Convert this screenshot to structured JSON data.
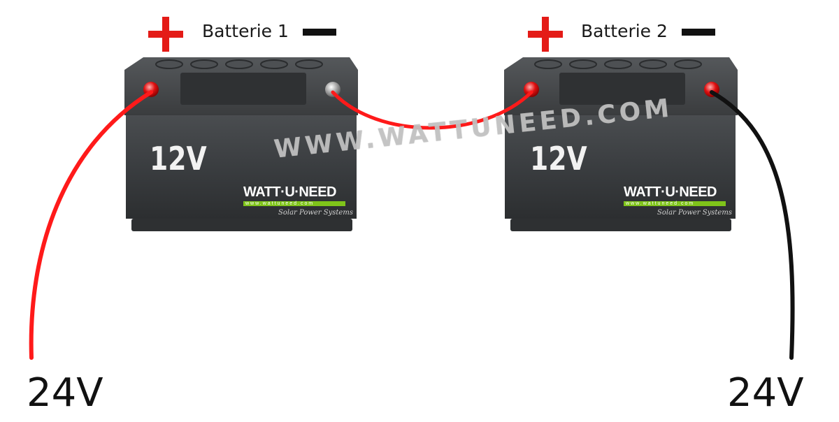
{
  "batteries": [
    {
      "title": "Batterie 1",
      "voltage": "12V",
      "brand": "WATT·U·NEED",
      "brand_url": "www.wattuneed.com",
      "tagline": "Solar Power Systems"
    },
    {
      "title": "Batterie 2",
      "voltage": "12V",
      "brand": "WATT·U·NEED",
      "brand_url": "www.wattuneed.com",
      "tagline": "Solar Power Systems"
    }
  ],
  "output": {
    "left_label": "24V",
    "right_label": "24V"
  },
  "watermark": "WWW.WATTUNEED.COM",
  "colors": {
    "positive_wire": "#ff1a1a",
    "negative_wire": "#111111",
    "battery_body": "#3c3f42",
    "brand_accent": "#7fc41a"
  }
}
